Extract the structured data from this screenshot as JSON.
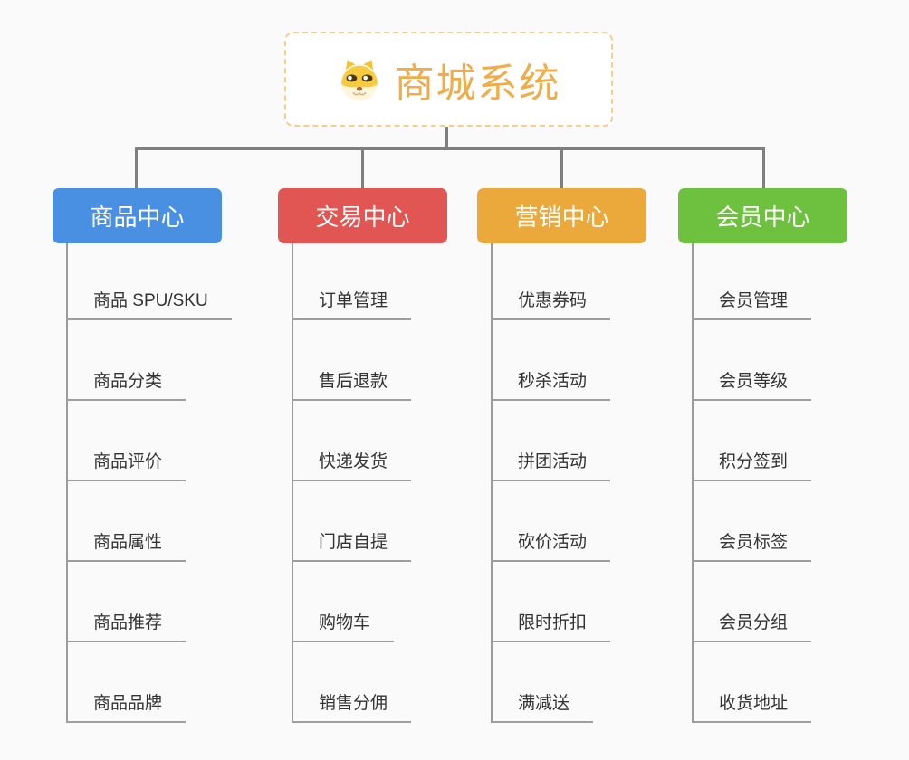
{
  "root": {
    "title": "商城系统",
    "icon": "dog-face-icon"
  },
  "branches": [
    {
      "label": "商品中心",
      "color": "#4A90E2",
      "items": [
        "商品 SPU/SKU",
        "商品分类",
        "商品评价",
        "商品属性",
        "商品推荐",
        "商品品牌"
      ]
    },
    {
      "label": "交易中心",
      "color": "#E15653",
      "items": [
        "订单管理",
        "售后退款",
        "快递发货",
        "门店自提",
        "购物车",
        "销售分佣"
      ]
    },
    {
      "label": "营销中心",
      "color": "#EBA93C",
      "items": [
        "优惠券码",
        "秒杀活动",
        "拼团活动",
        "砍价活动",
        "限时折扣",
        "满减送"
      ]
    },
    {
      "label": "会员中心",
      "color": "#6DC13F",
      "items": [
        "会员管理",
        "会员等级",
        "积分签到",
        "会员标签",
        "会员分组",
        "收货地址"
      ]
    }
  ],
  "colors": {
    "background": "#FAFAFA",
    "root_border": "#F6CE8C",
    "root_title": "#F0AC46",
    "connector": "#7F7F7F",
    "leaf_line": "#9E9E9E",
    "leaf_text": "#333333"
  }
}
